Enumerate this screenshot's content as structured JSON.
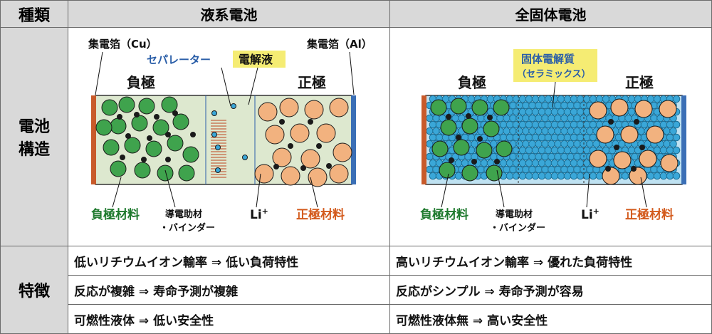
{
  "header": {
    "type_label": "種類",
    "liquid_title": "液系電池",
    "solid_title": "全固体電池"
  },
  "rows": {
    "structure_label": [
      "電池",
      "構造"
    ],
    "features_label": "特徴"
  },
  "liquid": {
    "collector_cu": "集電箔（Cu）",
    "collector_al": "集電箔（Al）",
    "separator": "セパレーター",
    "electrolyte": "電解液",
    "anode": "負極",
    "cathode": "正極",
    "anode_material": "負極材料",
    "cathode_material": "正極材料",
    "conductive": [
      "導電助材",
      "・バインダー"
    ],
    "li_ion": "Li",
    "li_sup": "+"
  },
  "solid": {
    "electrolyte": [
      "固体電解質",
      "（セラミックス）"
    ],
    "anode": "負極",
    "cathode": "正極",
    "anode_material": "負極材料",
    "cathode_material": "正極材料",
    "conductive": [
      "導電助材",
      "・バインダー"
    ],
    "li_ion": "Li",
    "li_sup": "+"
  },
  "features": {
    "liquid": [
      "低いリチウムイオン輸率 ⇒ 低い負荷特性",
      "反応が複雑 ⇒ 寿命予測が複雑",
      "可燃性液体 ⇒ 低い安全性"
    ],
    "solid": [
      "高いリチウムイオン輸率 ⇒ 優れた負荷特性",
      "反応がシンプル ⇒ 寿命予測が容易",
      "可燃性液体無 ⇒ 高い安全性"
    ]
  },
  "colors": {
    "anode_green": "#3fa34d",
    "cathode_orange": "#f2b27f",
    "copper": "#c85a2a",
    "aluminum": "#3b6fb6",
    "ceramic_blue": "#3aa7d8",
    "highlight": "#f5ec73",
    "label_green": "#1f7a2e",
    "label_orange": "#d35a1c",
    "label_blue": "#2a5ea8"
  }
}
